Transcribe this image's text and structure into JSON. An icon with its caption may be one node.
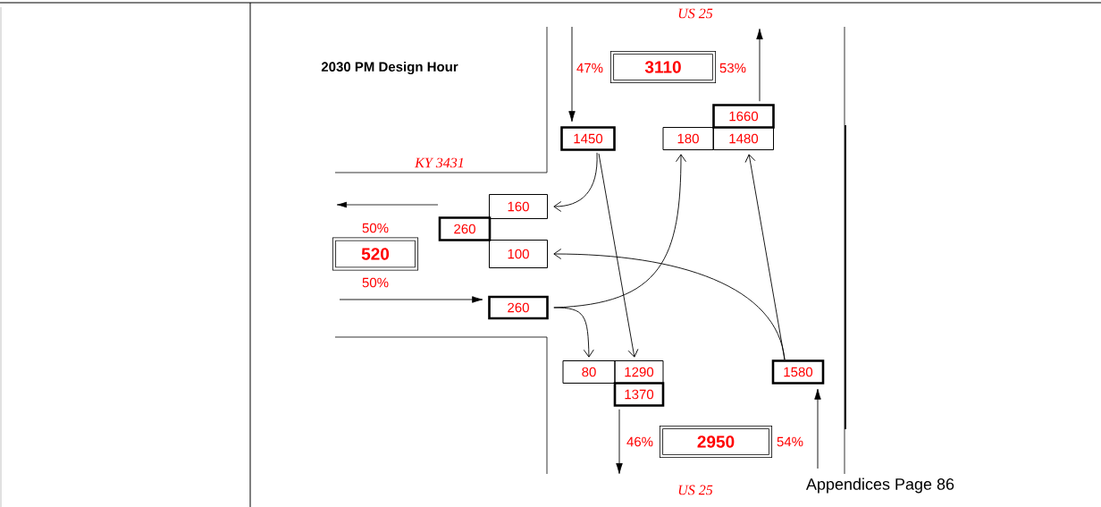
{
  "diagram": {
    "title": "2030 PM Design Hour",
    "nodes": [
      {
        "text": [
          "3110"
        ],
        "beside": [
          "47%",
          "53%"
        ]
      },
      {
        "text": [
          "1660"
        ]
      },
      {
        "text": [
          "1450"
        ]
      },
      {
        "text": [
          "180"
        ]
      },
      {
        "text": [
          "1480"
        ]
      },
      {
        "text": [
          "160"
        ]
      },
      {
        "text": [
          "260"
        ]
      },
      {
        "text": [
          "520"
        ],
        "beside": [
          "50%",
          "50%"
        ]
      },
      {
        "text": [
          "100"
        ]
      },
      {
        "text": [
          "260"
        ]
      },
      {
        "text": [
          "80"
        ]
      },
      {
        "text": [
          "1290"
        ]
      },
      {
        "text": [
          "1580"
        ]
      },
      {
        "text": [
          "1370"
        ]
      },
      {
        "text": [
          "2950"
        ],
        "beside": [
          "46%",
          "54%"
        ]
      }
    ],
    "edges": [
      {
        "from": 2,
        "to": 5,
        "arrow": "to"
      },
      {
        "from": 2,
        "to": 11,
        "arrow": "to"
      },
      {
        "from": 9,
        "to": 3,
        "arrow": "to"
      },
      {
        "from": 9,
        "to": 10,
        "arrow": "to"
      },
      {
        "from": 12,
        "to": 8,
        "arrow": "to"
      },
      {
        "from": 12,
        "to": 4,
        "arrow": "to"
      },
      {
        "from": null,
        "to": 2,
        "arrow": "to"
      },
      {
        "from": 1,
        "to": null,
        "arrow": "to"
      },
      {
        "from": null,
        "to": 9,
        "arrow": "to"
      },
      {
        "from": 13,
        "to": null,
        "arrow": "to"
      },
      {
        "from": null,
        "to": 12,
        "arrow": "to"
      }
    ],
    "labels": [
      "US 25",
      "KY 3431",
      "US 25",
      "Appendices Page 86"
    ]
  }
}
